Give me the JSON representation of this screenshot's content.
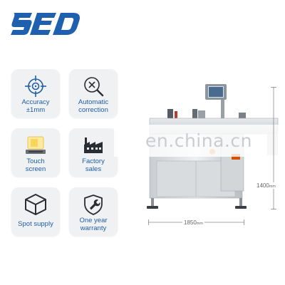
{
  "brand": {
    "logo_text": "SED",
    "color": "#1f5fb0"
  },
  "features": [
    {
      "icon": "crosshair-icon",
      "line1": "Accuracy",
      "line2": "±1mm"
    },
    {
      "icon": "magnify-correction-icon",
      "line1": "Automatic",
      "line2": "correction"
    },
    {
      "icon": "touch-screen-icon",
      "line1": "Touch",
      "line2": "screen"
    },
    {
      "icon": "factory-icon",
      "line1": "Factory",
      "line2": "sales"
    },
    {
      "icon": "box-icon",
      "line1": "Spot supply",
      "line2": ""
    },
    {
      "icon": "wrench-shield-icon",
      "line1": "One year",
      "line2": "warranty"
    }
  ],
  "watermark": "en.china.cn",
  "dimensions": {
    "height_value": "1400",
    "height_unit": "mm",
    "width_value": "1850",
    "width_unit": "mm"
  }
}
